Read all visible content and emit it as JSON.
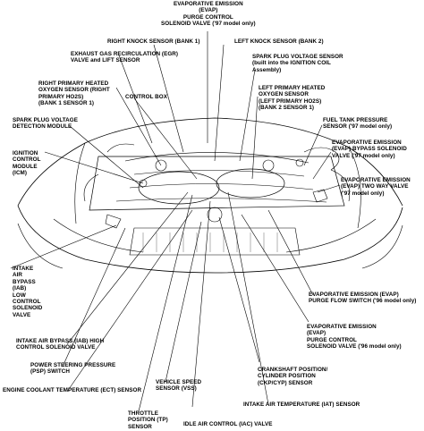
{
  "labels": {
    "evap_purge_top": "EVAPORATIVE EMISSION\n(EVAP)\nPURGE CONTROL\nSOLENOID VALVE ('97 model only)",
    "right_knock": "RIGHT KNOCK SENSOR (BANK 1)",
    "left_knock": "LEFT KNOCK SENSOR (BANK 2)",
    "egr": "EXHAUST GAS RECIRCULATION (EGR)\nVALVE and LIFT SENSOR",
    "spark_voltage_sensor": "SPARK PLUG VOLTAGE SENSOR\n(built into the IGNITION COIL\nAssembly)",
    "right_primary_ho2s": "RIGHT PRIMARY HEATED\nOXYGEN SENSOR (RIGHT\nPRIMARY HO2S)\n(BANK 1 SENSOR 1)",
    "control_box": "CONTROL BOX",
    "left_primary_ho2s": "LEFT PRIMARY HEATED\nOXYGEN SENSOR\n(LEFT PRIMARY HO2S)\n(BANK 2 SENSOR 1)",
    "spark_detection": "SPARK PLUG VOLTAGE\nDETECTION MODULE",
    "fuel_tank_pressure": "FUEL TANK PRESSURE\nSENSOR ('97 model only)",
    "icm": "IGNITION\nCONTROL\nMODULE\n(ICM)",
    "evap_bypass": "EVAPORATIVE EMISSION\n(EVAP) BYPASS SOLENOID\nVALVE ('97 model only)",
    "evap_twoway": "EVAPORATIVE EMISSION\n(EVAP) TWO WAY VALVE\n('97 model only)",
    "iab_low": "INTAKE\nAIR\nBYPASS\n(IAB)\nLOW\nCONTROL\nSOLENOID\nVALVE",
    "evap_purge_flow": "EVAPORATIVE EMISSION (EVAP)\nPURGE FLOW SWITCH ('96 model only)",
    "evap_purge_bottom": "EVAPORATIVE EMISSION\n(EVAP)\nPURGE CONTROL\nSOLENOID VALVE ('96 model only)",
    "iab_high": "INTAKE AIR BYPASS (IAB) HIGH\nCONTROL SOLENOID VALVE",
    "psp": "POWER STEERING PRESSURE\n(PSP) SWITCH",
    "ckp_cyp": "CRANKSHAFT POSITION/\nCYLINDER POSITION\n(CKP/CYP) SENSOR",
    "ect": "ENGINE COOLANT TEMPERATURE (ECT) SENSOR",
    "vss": "VEHICLE SPEED\nSENSOR (VSS)",
    "iat": "INTAKE AIR TEMPERATURE (IAT) SENSOR",
    "tp": "THROTTLE\nPOSITION (TP)\nSENSOR",
    "iac": "IDLE AIR CONTROL (IAC) VALVE"
  }
}
